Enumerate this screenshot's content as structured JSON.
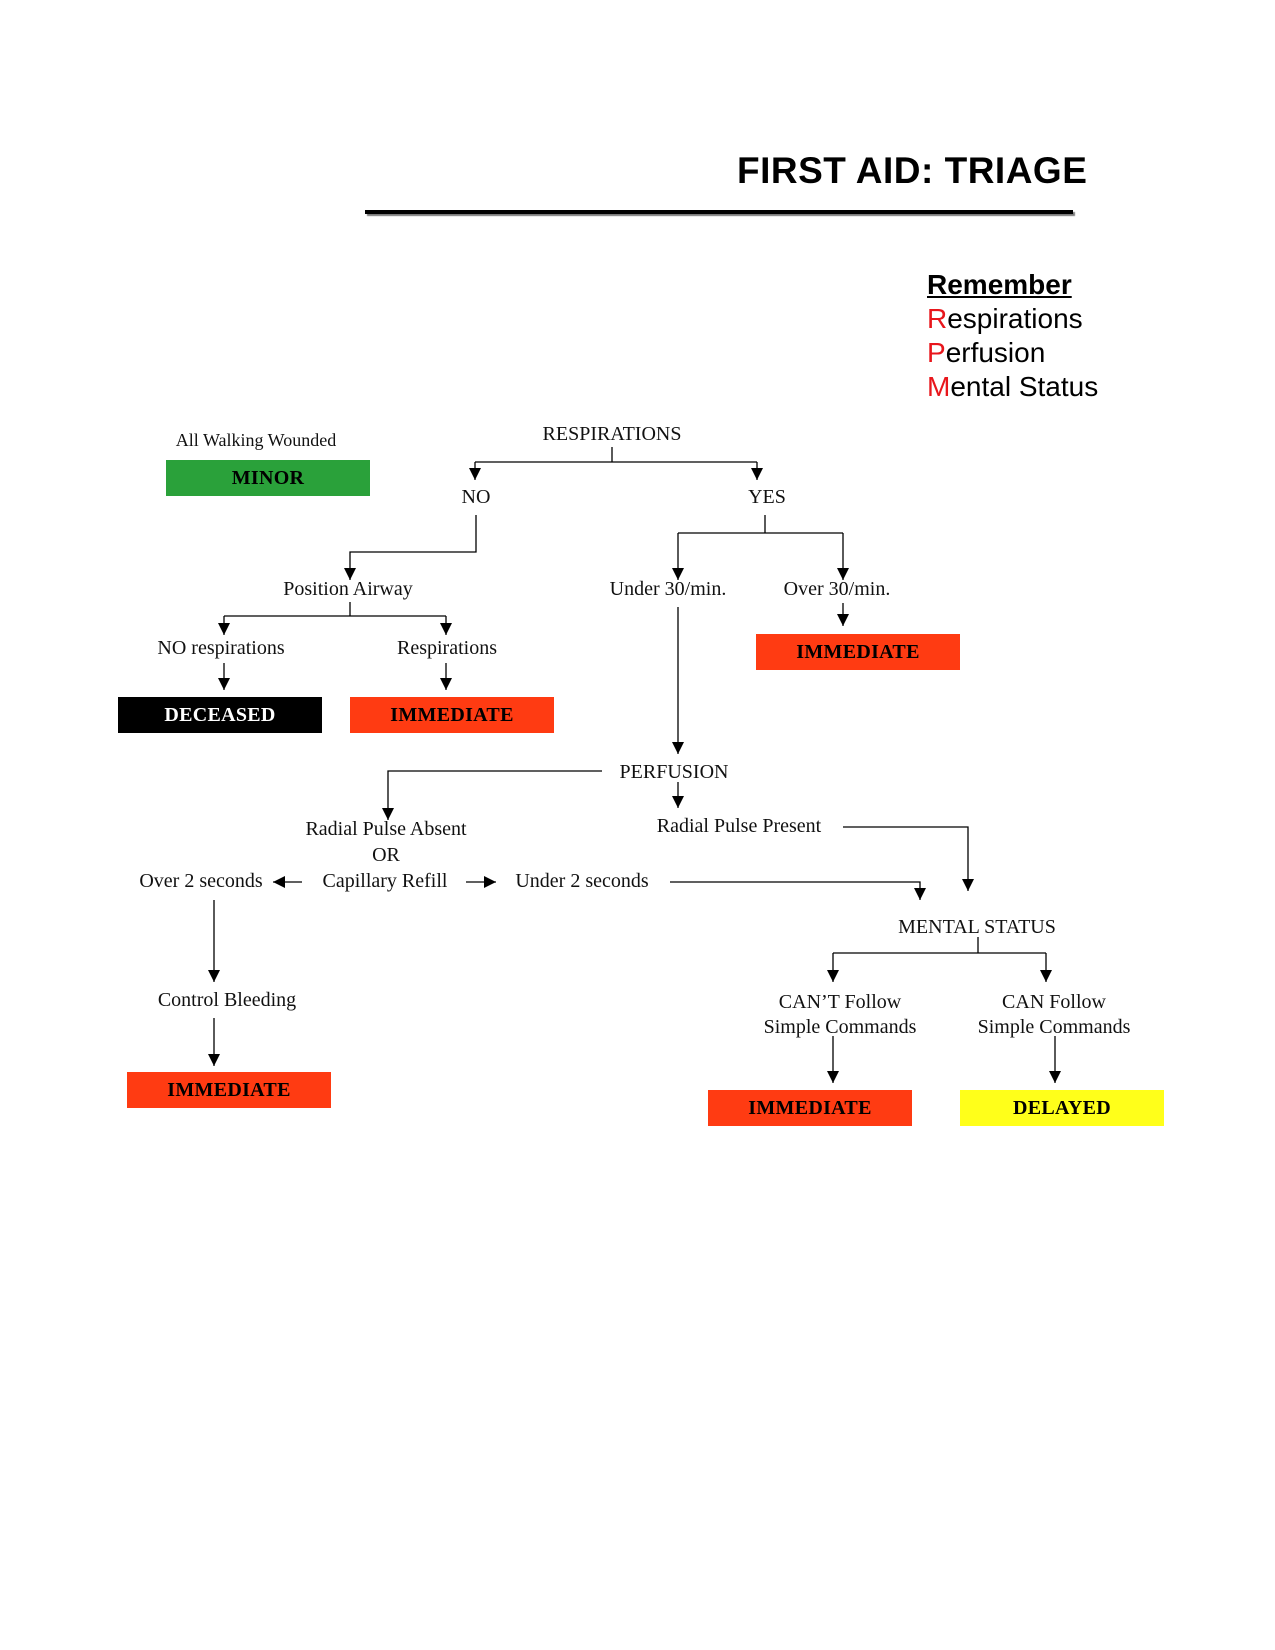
{
  "header": {
    "title": "FIRST AID: TRIAGE"
  },
  "mnemonic": {
    "heading": "Remember",
    "items": [
      {
        "initial": "R",
        "rest": "espirations"
      },
      {
        "initial": "P",
        "rest": "erfusion"
      },
      {
        "initial": "M",
        "rest": "ental Status"
      }
    ],
    "initial_color": "#e8161c"
  },
  "flowchart": {
    "walking_wounded": "All Walking Wounded",
    "respirations": "RESPIRATIONS",
    "no": "NO",
    "yes": "YES",
    "position_airway": "Position Airway",
    "no_respirations": "NO respirations",
    "respirations_after_airway": "Respirations",
    "under_30": "Under 30/min.",
    "over_30": "Over 30/min.",
    "perfusion": "PERFUSION",
    "radial_absent": "Radial Pulse Absent",
    "or": "OR",
    "capillary_refill": "Capillary Refill",
    "over_2_seconds": "Over 2 seconds",
    "under_2_seconds": "Under 2 seconds",
    "radial_present": "Radial Pulse Present",
    "control_bleeding": "Control Bleeding",
    "mental_status": "MENTAL STATUS",
    "cant_follow_line1": "CAN’T Follow",
    "cant_follow_line2": "Simple Commands",
    "can_follow_line1": "CAN Follow",
    "can_follow_line2": "Simple Commands"
  },
  "categories": {
    "minor": "MINOR",
    "deceased": "DECEASED",
    "immediate": "IMMEDIATE",
    "delayed": "DELAYED",
    "colors": {
      "minor": "#2aa13a",
      "deceased": "#000000",
      "immediate": "#ff3b12",
      "delayed": "#ffff1a"
    }
  }
}
